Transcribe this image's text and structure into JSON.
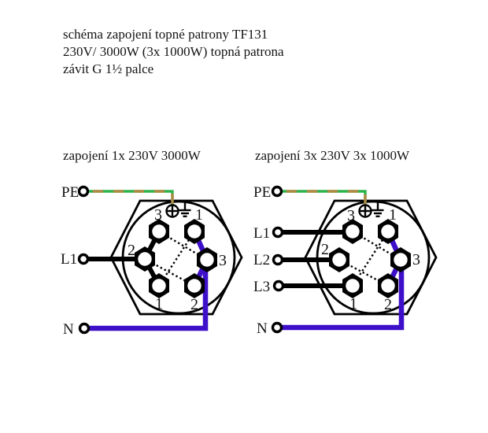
{
  "title": {
    "line1": "schéma zapojení topné patrony TF131",
    "line2": "230V/ 3000W (3x 1000W) topná patrona",
    "line3": "závit G 1½ palce"
  },
  "colors": {
    "wire_black": "#000000",
    "wire_blue": "#3D0FC9",
    "wire_green": "#2DB34A",
    "wire_brown": "#B08A45"
  },
  "diagram_left": {
    "subtitle": "zapojení 1x 230V 3000W",
    "labels": {
      "pe": "PE",
      "l1": "L1",
      "n": "N"
    },
    "terminals": {
      "top_left": "3",
      "top_right": "1",
      "mid_left": "2",
      "mid_right": "3",
      "bottom_left": "1",
      "bottom_right": "2"
    }
  },
  "diagram_right": {
    "subtitle": "zapojení 3x 230V 3x 1000W",
    "labels": {
      "pe": "PE",
      "l1": "L1",
      "l2": "L2",
      "l3": "L3",
      "n": "N"
    },
    "terminals": {
      "top_left": "3",
      "top_right": "1",
      "mid_left": "2",
      "mid_right": "3",
      "bottom_left": "1",
      "bottom_right": "2"
    }
  }
}
